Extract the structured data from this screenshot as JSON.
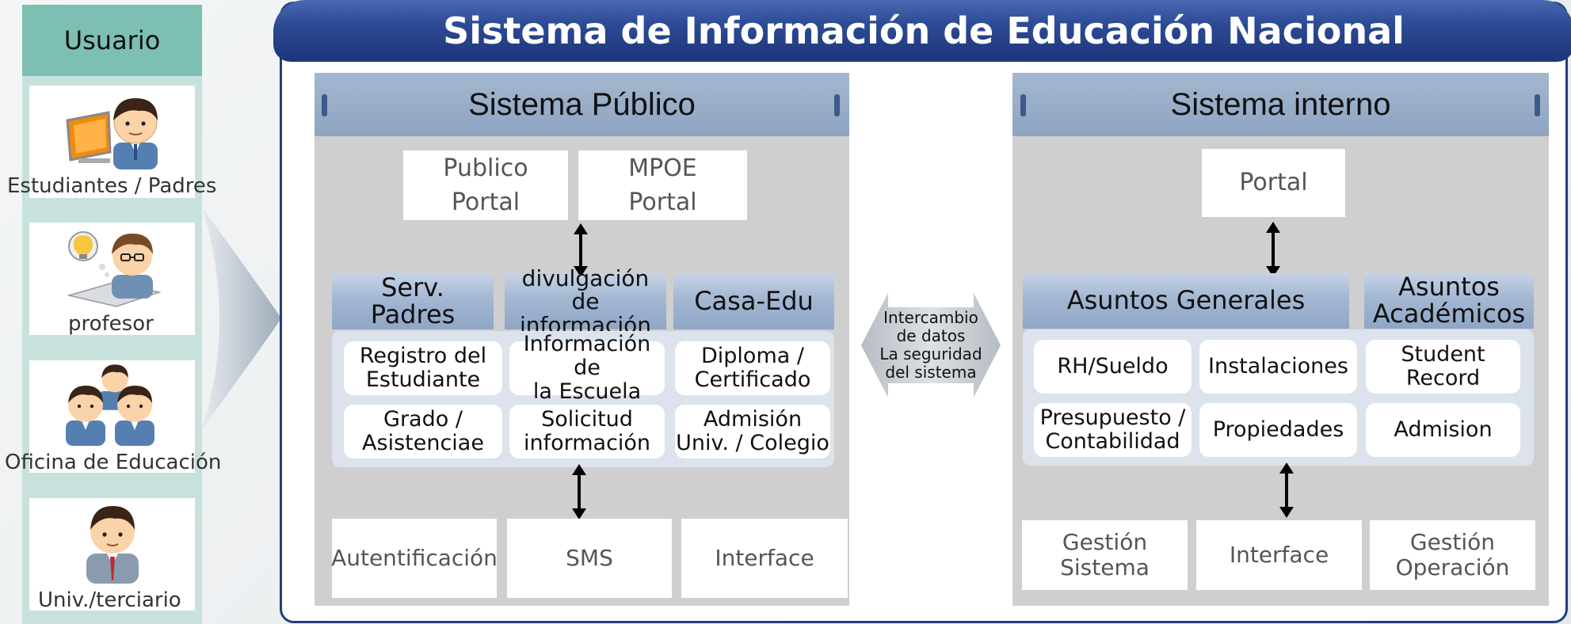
{
  "title": "Sistema de Información de Educación Nacional",
  "users": {
    "header": "Usuario",
    "items": [
      {
        "label": "Estudiantes / Padres",
        "icon": "student-computer-icon"
      },
      {
        "label": "profesor",
        "icon": "teacher-icon"
      },
      {
        "label": "Oficina de Educación",
        "icon": "office-group-icon"
      },
      {
        "label": "Univ./terciario",
        "icon": "university-person-icon"
      }
    ]
  },
  "public_system": {
    "title": "Sistema Público",
    "portals": [
      "Publico\nPortal",
      "MPOE\nPortal"
    ],
    "categories": [
      {
        "title": "Serv.\nPadres",
        "items": [
          "Registro del\nEstudiante",
          "Grado /\nAsistenciae"
        ]
      },
      {
        "title": "divulgación de\ninformación",
        "items": [
          "Información de\nla Escuela",
          "Solicitud\ninformación"
        ]
      },
      {
        "title": "Casa-Edu",
        "items": [
          "Diploma /\nCertificado",
          "Admisión\nUniv. / Colegio"
        ]
      }
    ],
    "bottom": [
      "Autentificación",
      "SMS",
      "Interface"
    ]
  },
  "exchange": {
    "text": "Intercambio\nde datos\nLa seguridad\ndel sistema"
  },
  "internal_system": {
    "title": "Sistema interno",
    "portal": "Portal",
    "general": {
      "title": "Asuntos Generales",
      "items": [
        "RH/Sueldo",
        "Instalaciones",
        "Presupuesto /\nContabilidad",
        "Propiedades"
      ]
    },
    "academic": {
      "title": "Asuntos\nAcadémicos",
      "items": [
        "Student\nRecord",
        "Admision"
      ]
    },
    "bottom": [
      "Gestión\nSistema",
      "Interface",
      "Gestión\nOperación"
    ]
  },
  "colors": {
    "title_bar": "#2c4a94",
    "frame_border": "#243d7d",
    "user_header": "#7ebfb3",
    "user_column": "#c7e2dc",
    "panel_bg": "#cfcfcf",
    "panel_header": "#8ea4c1"
  }
}
